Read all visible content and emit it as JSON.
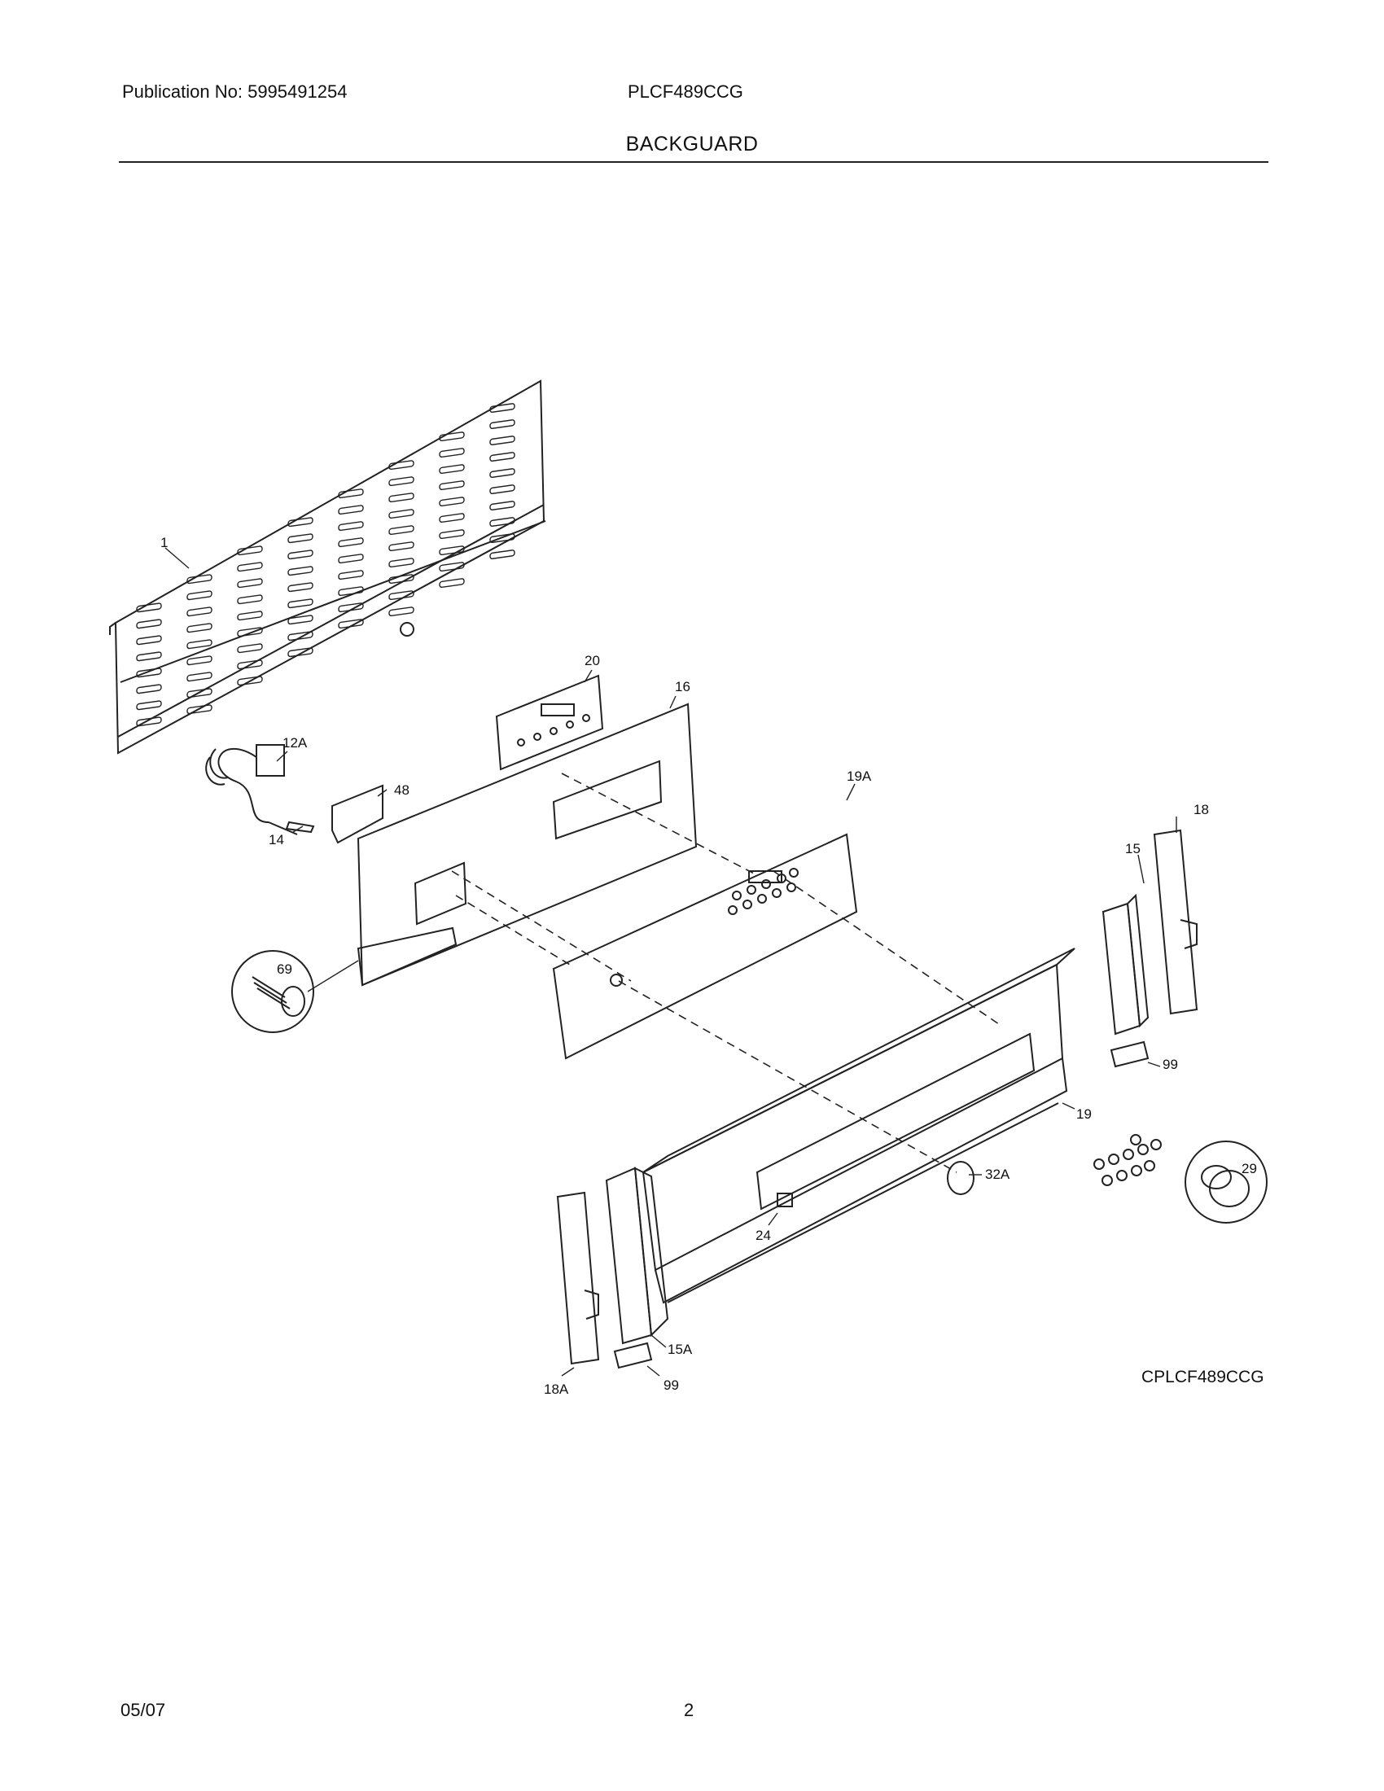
{
  "header": {
    "publication": "Publication No: 5995491254",
    "model": "PLCF489CCG",
    "title": "BACKGUARD"
  },
  "diagram": {
    "code": "CPLCF489CCG",
    "part_labels": [
      "1",
      "12A",
      "14",
      "48",
      "20",
      "16",
      "19A",
      "69",
      "15",
      "18",
      "99",
      "19",
      "32A",
      "29",
      "24",
      "15A",
      "18A",
      "99"
    ]
  },
  "footer": {
    "date": "05/07",
    "page": "2"
  }
}
